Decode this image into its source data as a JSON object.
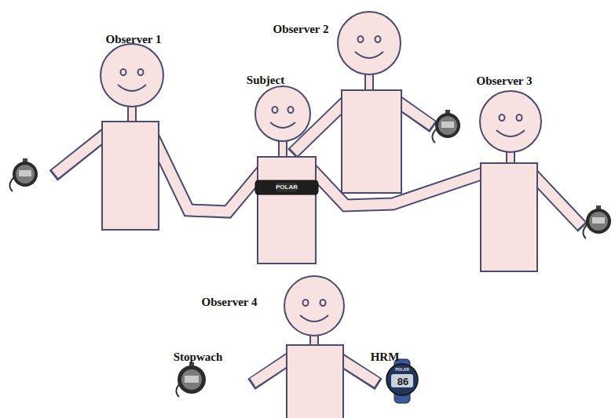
{
  "diagram": {
    "labels": [
      "Observer 1",
      "Observer 2",
      "Subject",
      "Observer 3",
      "Observer 4",
      "Stopwach",
      "HRM",
      "POLAR",
      "POLAR",
      "86"
    ]
  }
}
